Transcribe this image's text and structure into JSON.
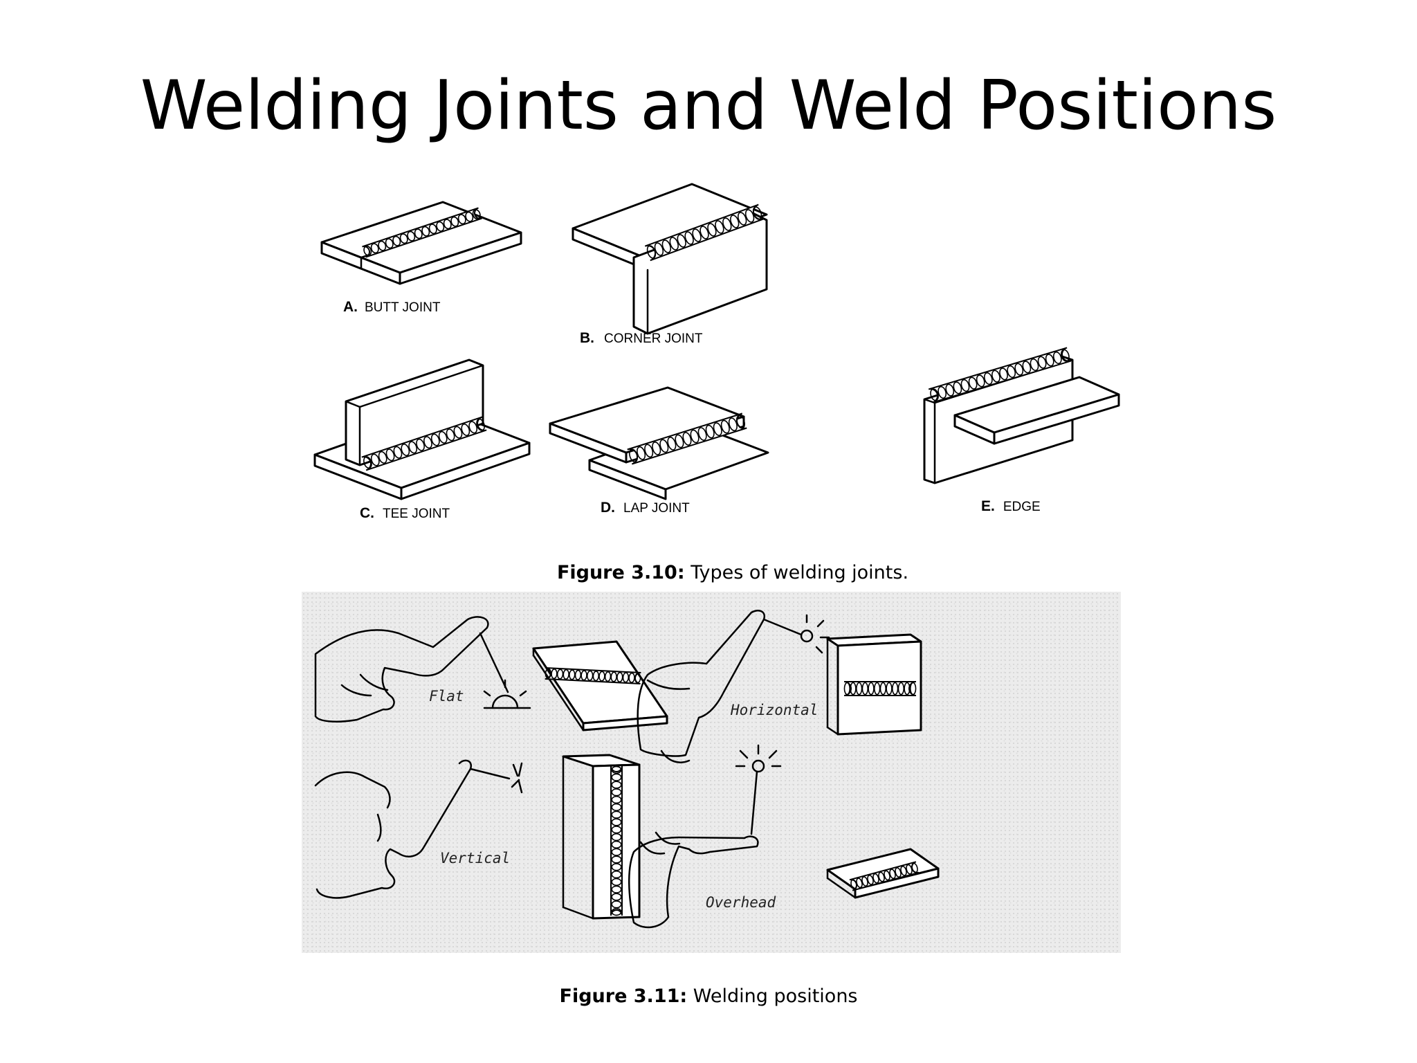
{
  "title": "Welding Joints and Weld Positions",
  "figure_joints": {
    "joints": [
      {
        "letter": "A.",
        "name": "BUTT JOINT"
      },
      {
        "letter": "B.",
        "name": "CORNER JOINT"
      },
      {
        "letter": "C.",
        "name": "TEE JOINT"
      },
      {
        "letter": "D.",
        "name": "LAP JOINT"
      },
      {
        "letter": "E.",
        "name": "EDGE"
      }
    ],
    "caption_label": "Figure 3.10:",
    "caption_text": " Types of welding joints."
  },
  "figure_positions": {
    "positions": [
      "Flat",
      "Horizontal",
      "Vertical",
      "Overhead"
    ],
    "caption_label": "Figure 3.11:",
    "caption_text": " Welding positions"
  }
}
